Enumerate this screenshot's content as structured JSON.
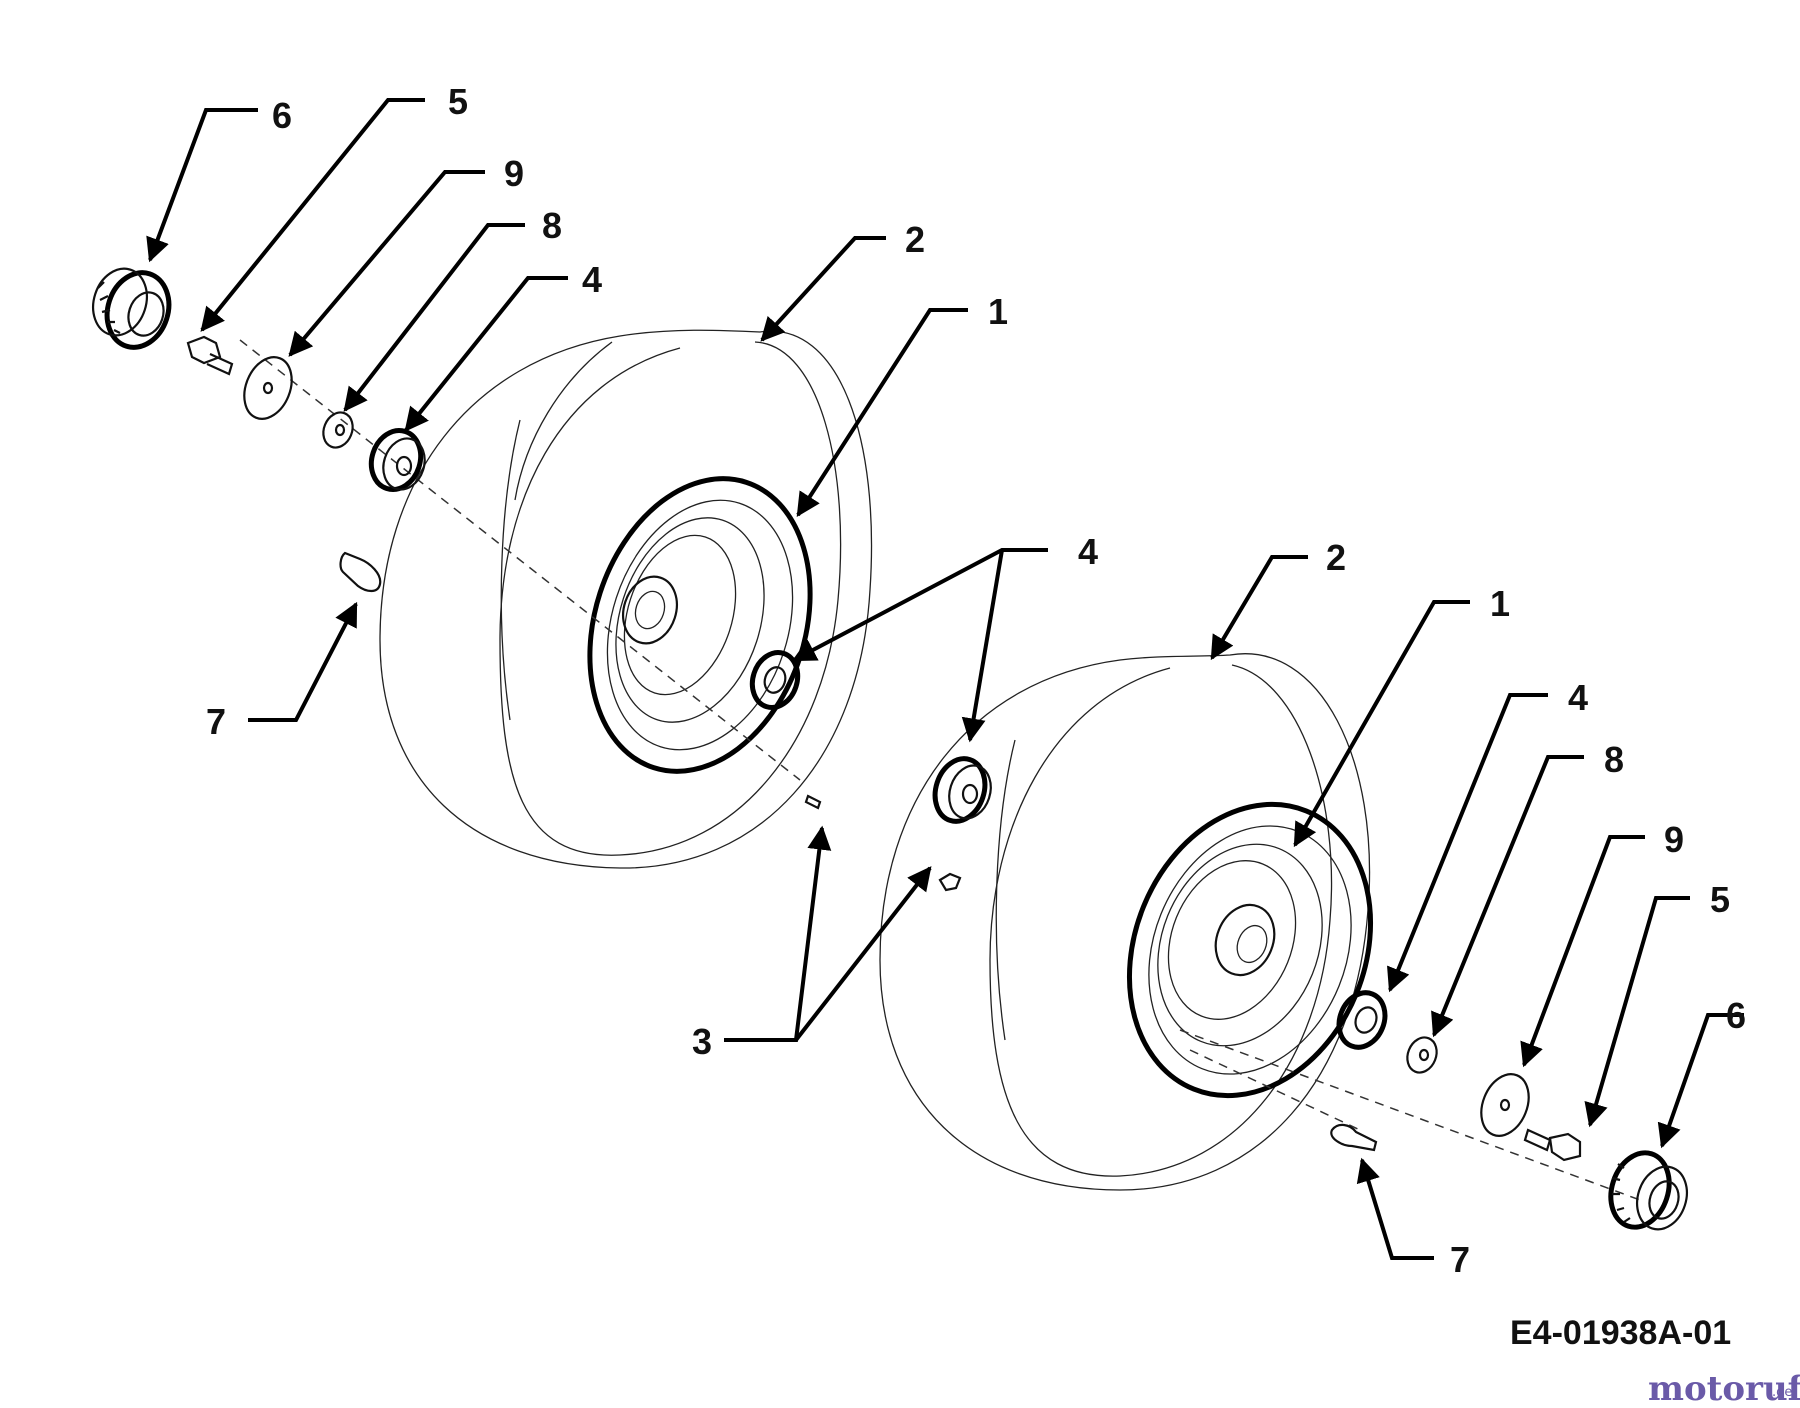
{
  "callouts": {
    "left_6": "6",
    "left_5": "5",
    "left_9": "9",
    "left_8": "8",
    "left_4": "4",
    "left_2": "2",
    "left_1": "1",
    "left_7": "7",
    "center_4": "4",
    "center_3": "3",
    "right_2": "2",
    "right_1": "1",
    "right_4": "4",
    "right_8": "8",
    "right_9": "9",
    "right_5": "5",
    "right_6": "6",
    "right_7": "7"
  },
  "reference_code": "E4-01938A-01",
  "watermark": {
    "brand": "motoruf",
    "suffix": ".de",
    "brand_color": "#6a5aa8",
    "accent_color": "#e0a020"
  }
}
